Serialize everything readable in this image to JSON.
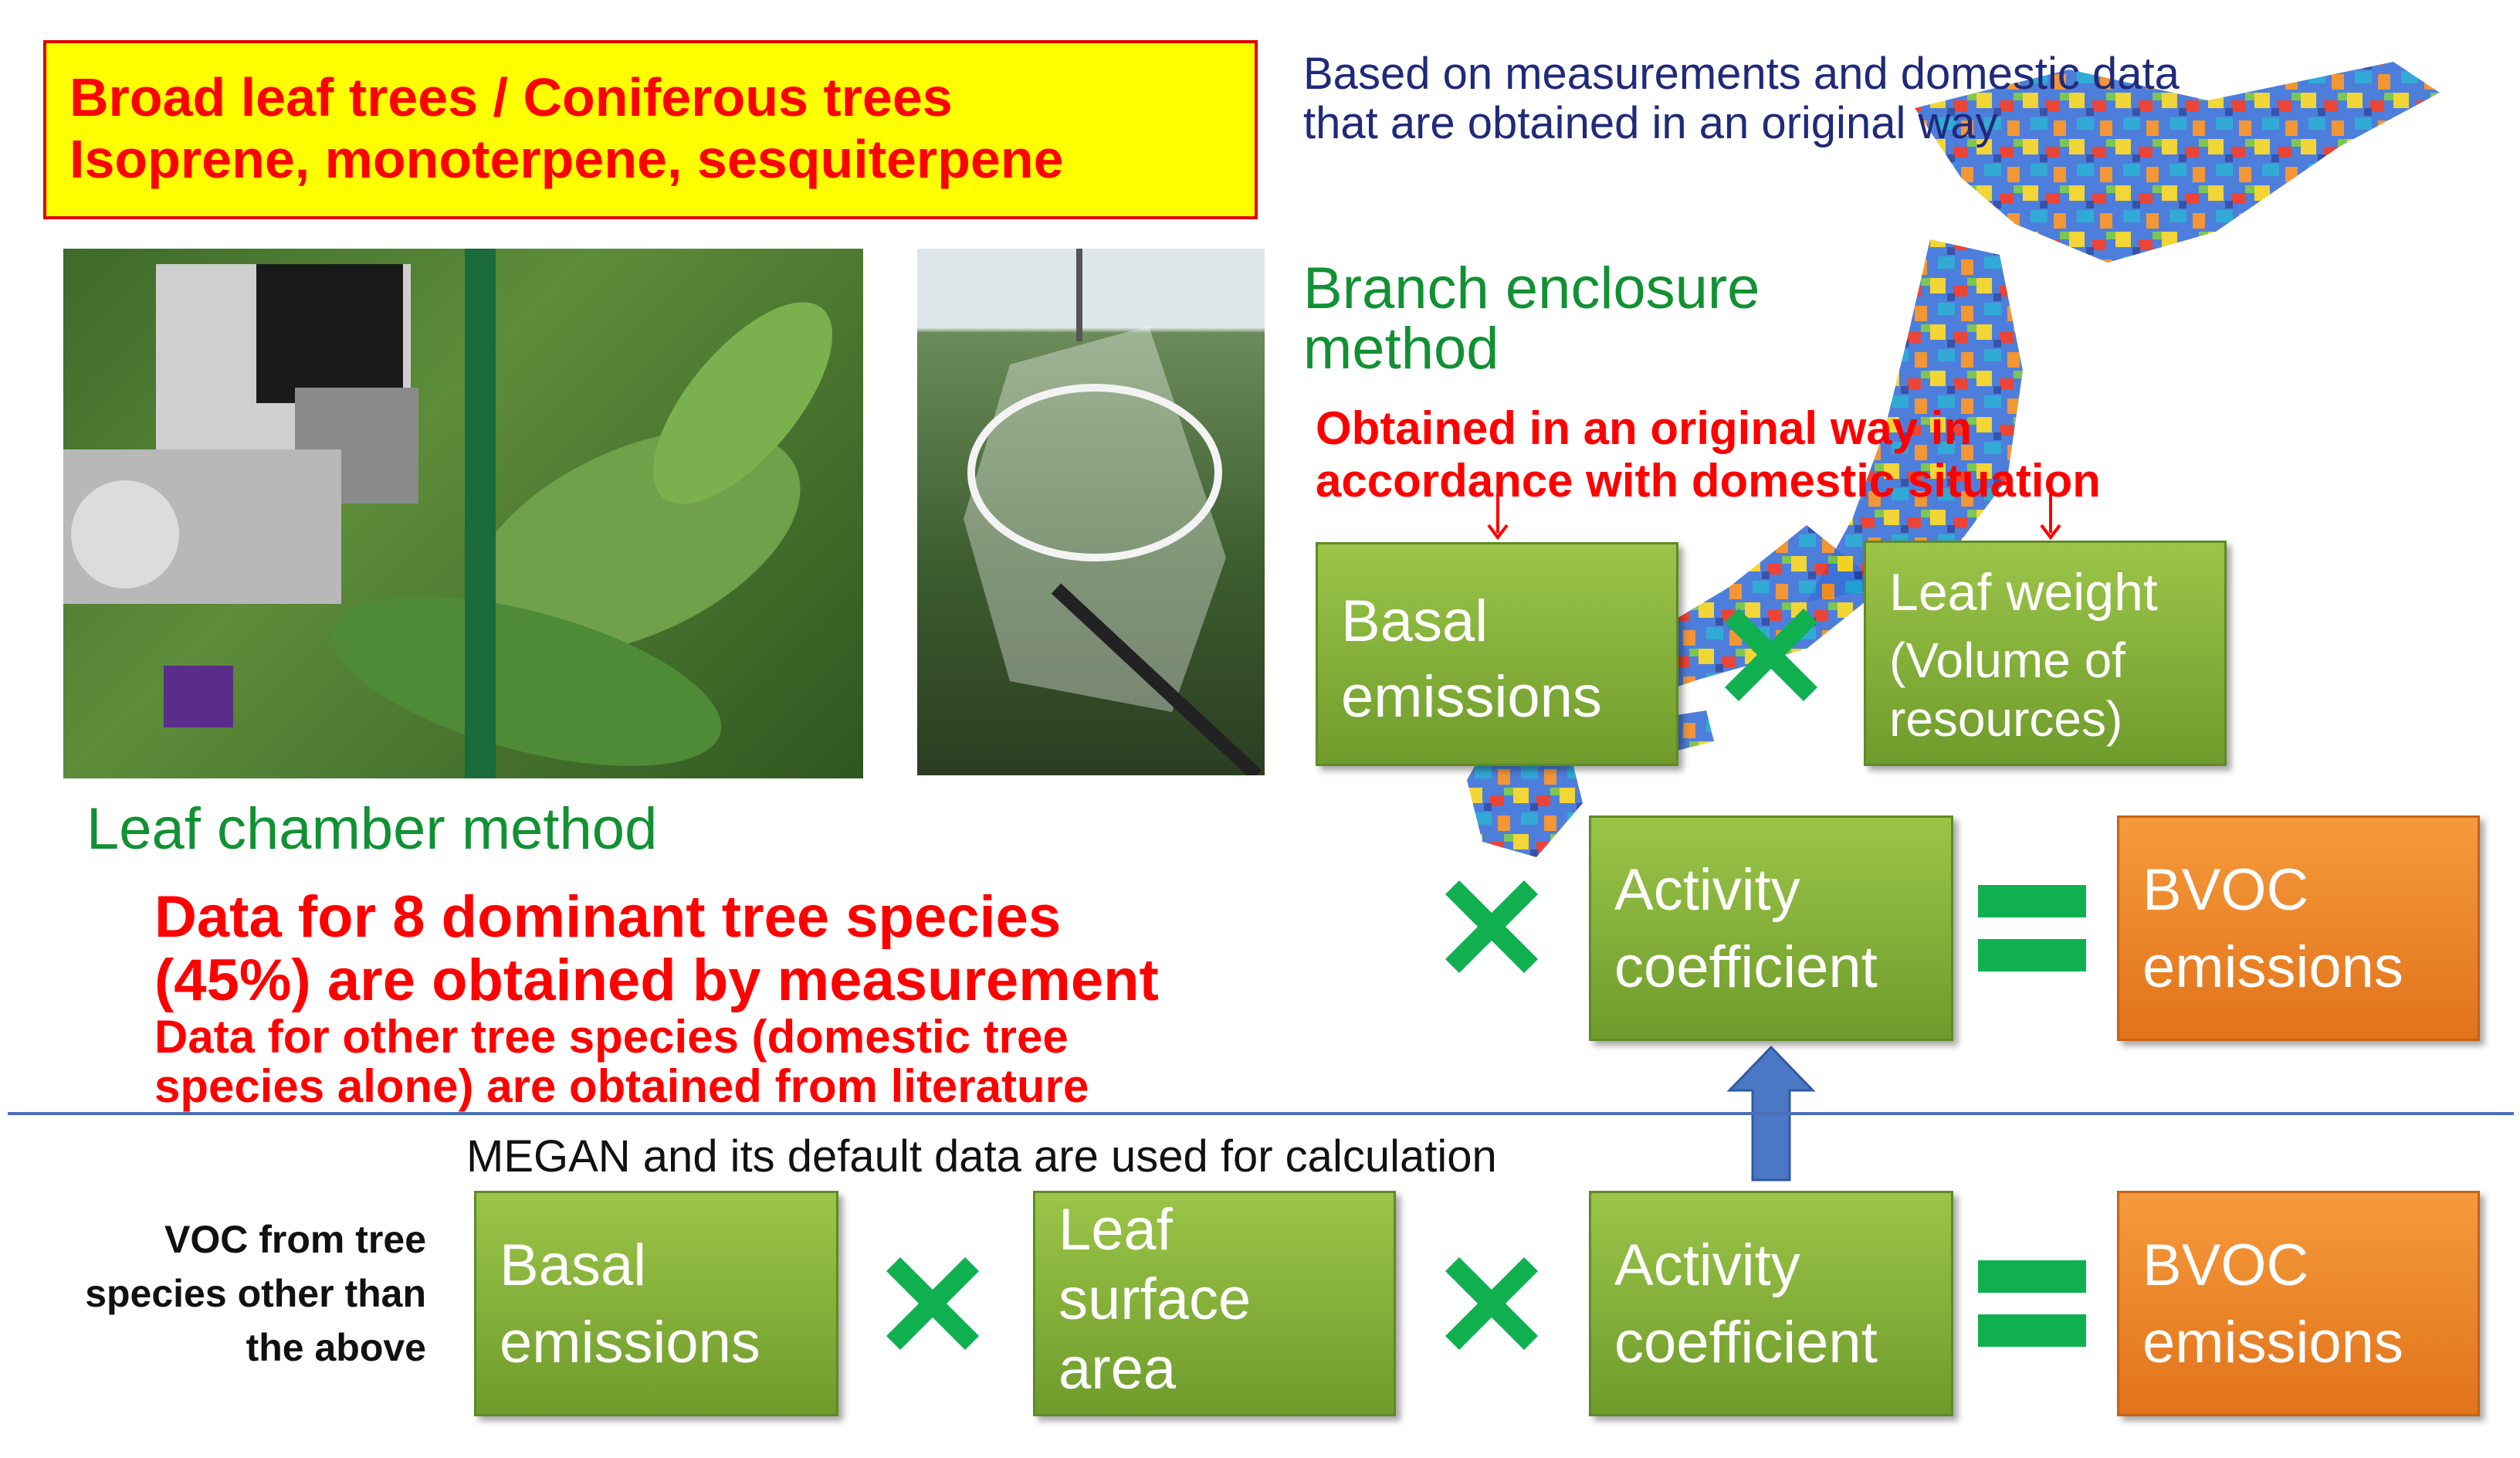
{
  "title": {
    "line1": "Broad leaf trees / Coniferous trees",
    "line2": "Isoprene, monoterpene, sesquiterpene"
  },
  "note_original": {
    "line1": "Based on measurements and domestic data",
    "line2": "that are obtained in an original way"
  },
  "branch_method": {
    "line1": "Branch enclosure",
    "line2": "method"
  },
  "obtained_note": {
    "line1": "Obtained in an original way in",
    "line2": "accordance with domestic situation"
  },
  "leaf_chamber_label": "Leaf chamber method",
  "measurement_note": {
    "line1": "Data for 8 dominant tree species",
    "line2": "(45%) are obtained by measurement",
    "line3": "Data for other tree species (domestic tree",
    "line4": "species alone) are obtained from literature"
  },
  "upper_formula": {
    "basal": {
      "line1": "Basal",
      "line2": "emissions"
    },
    "leaf_weight": {
      "line1": "Leaf weight",
      "line2": "(Volume of",
      "line3": "resources)"
    },
    "activity": {
      "line1": "Activity",
      "line2": "coefficient"
    },
    "bvoc": {
      "line1": "BVOC",
      "line2": "emissions"
    }
  },
  "megan_label": "MEGAN and its default data are used for calculation",
  "voc_label": {
    "line1": "VOC from tree",
    "line2": "species other than",
    "line3": "the above"
  },
  "lower_formula": {
    "basal": {
      "line1": "Basal",
      "line2": "emissions"
    },
    "leaf_area": {
      "line1": "Leaf",
      "line2": "surface",
      "line3": "area"
    },
    "activity": {
      "line1": "Activity",
      "line2": "coefficient"
    },
    "bvoc": {
      "line1": "BVOC",
      "line2": "emissions"
    }
  },
  "colors": {
    "green_box": "#7fae36",
    "orange_box": "#ef8a2a",
    "x_mark": "#10b050",
    "arrow": "#4a78c4",
    "divider": "#4a6fb5",
    "title_bg": "#ffff00",
    "title_text": "#ff0000"
  }
}
